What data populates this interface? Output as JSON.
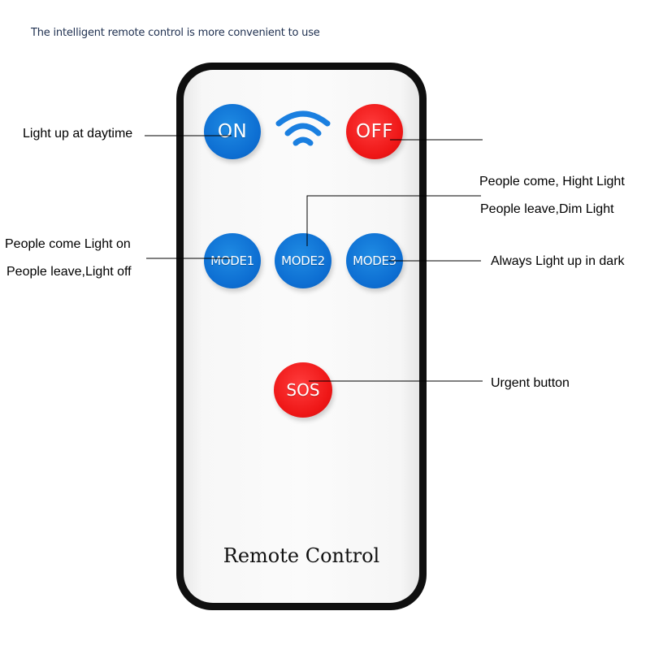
{
  "header": {
    "text": "The intelligent remote control is more convenient to use"
  },
  "remote": {
    "buttons": {
      "on": "ON",
      "off": "OFF",
      "mode1": "MODE1",
      "mode2": "MODE2",
      "mode3": "MODE3",
      "sos": "SOS"
    },
    "brand_text": "Remote Control",
    "signal_icon": "wifi-signal-icon"
  },
  "annotations": {
    "on": "Light up at daytime",
    "mode2_line1": "People come, Hight Light",
    "mode2_line2": "People leave,Dim Light",
    "mode1_line1": "People come Light on",
    "mode1_line2": "People leave,Light off",
    "mode3": "Always Light up in dark",
    "sos": "Urgent button"
  },
  "colors": {
    "blue_button": "#0d6ed2",
    "red_button": "#ee1616",
    "signal": "#1a7fe0"
  }
}
